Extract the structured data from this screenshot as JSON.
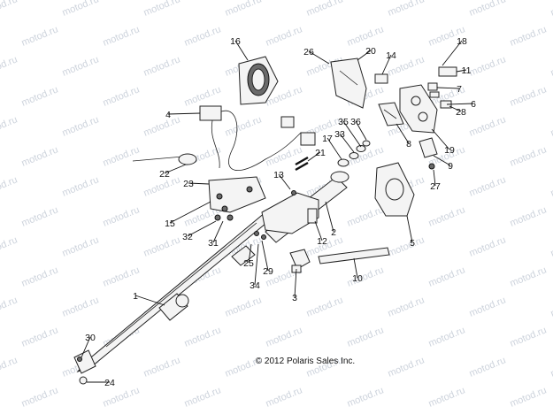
{
  "watermark": "motod.ru",
  "copyright": "© 2012 Polaris Sales Inc.",
  "callouts": [
    "1",
    "2",
    "3",
    "4",
    "5",
    "6",
    "7",
    "8",
    "9",
    "10",
    "11",
    "12",
    "13",
    "14",
    "15",
    "16",
    "17",
    "18",
    "19",
    "20",
    "21",
    "22",
    "23",
    "24",
    "25",
    "26",
    "27",
    "28",
    "29",
    "30",
    "31",
    "32",
    "33",
    "34",
    "35",
    "36"
  ],
  "colors": {
    "line": "#111111",
    "watermark": "#cdd3dc",
    "background": "#ffffff"
  }
}
